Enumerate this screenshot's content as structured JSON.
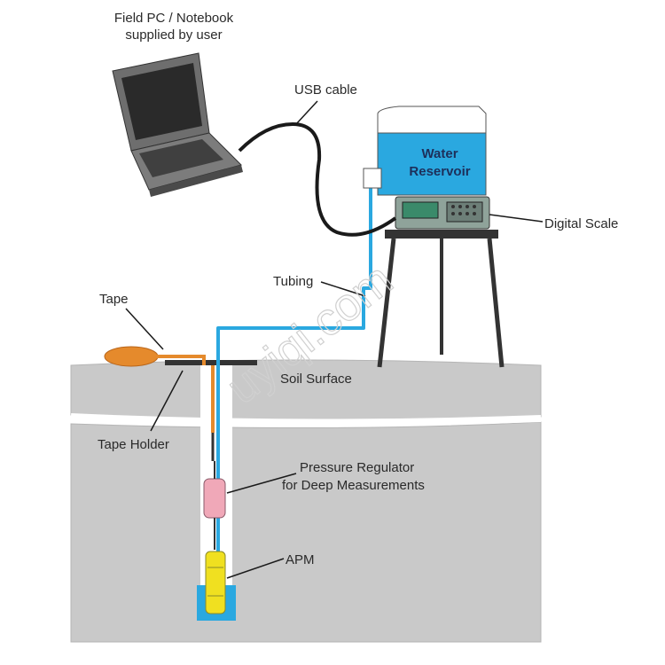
{
  "labels": {
    "pc_line1": "Field PC / Notebook",
    "pc_line2": "supplied by user",
    "usb": "USB cable",
    "reservoir_line1": "Water",
    "reservoir_line2": "Reservoir",
    "scale": "Digital Scale",
    "tubing": "Tubing",
    "tape": "Tape",
    "soil": "Soil Surface",
    "tape_holder": "Tape Holder",
    "regulator_line1": "Pressure Regulator",
    "regulator_line2": "for Deep Measurements",
    "apm": "APM"
  },
  "watermark": "uyiqi.com",
  "colors": {
    "soil": "#c8c8c8",
    "water": "#2aa8e0",
    "tape": "#e58a2c",
    "regulator": "#f0a8b8",
    "apm": "#f0e020",
    "laptop": "#6e6e6e",
    "scale_display": "#3a8a6a",
    "cable": "#1a1a1a"
  }
}
